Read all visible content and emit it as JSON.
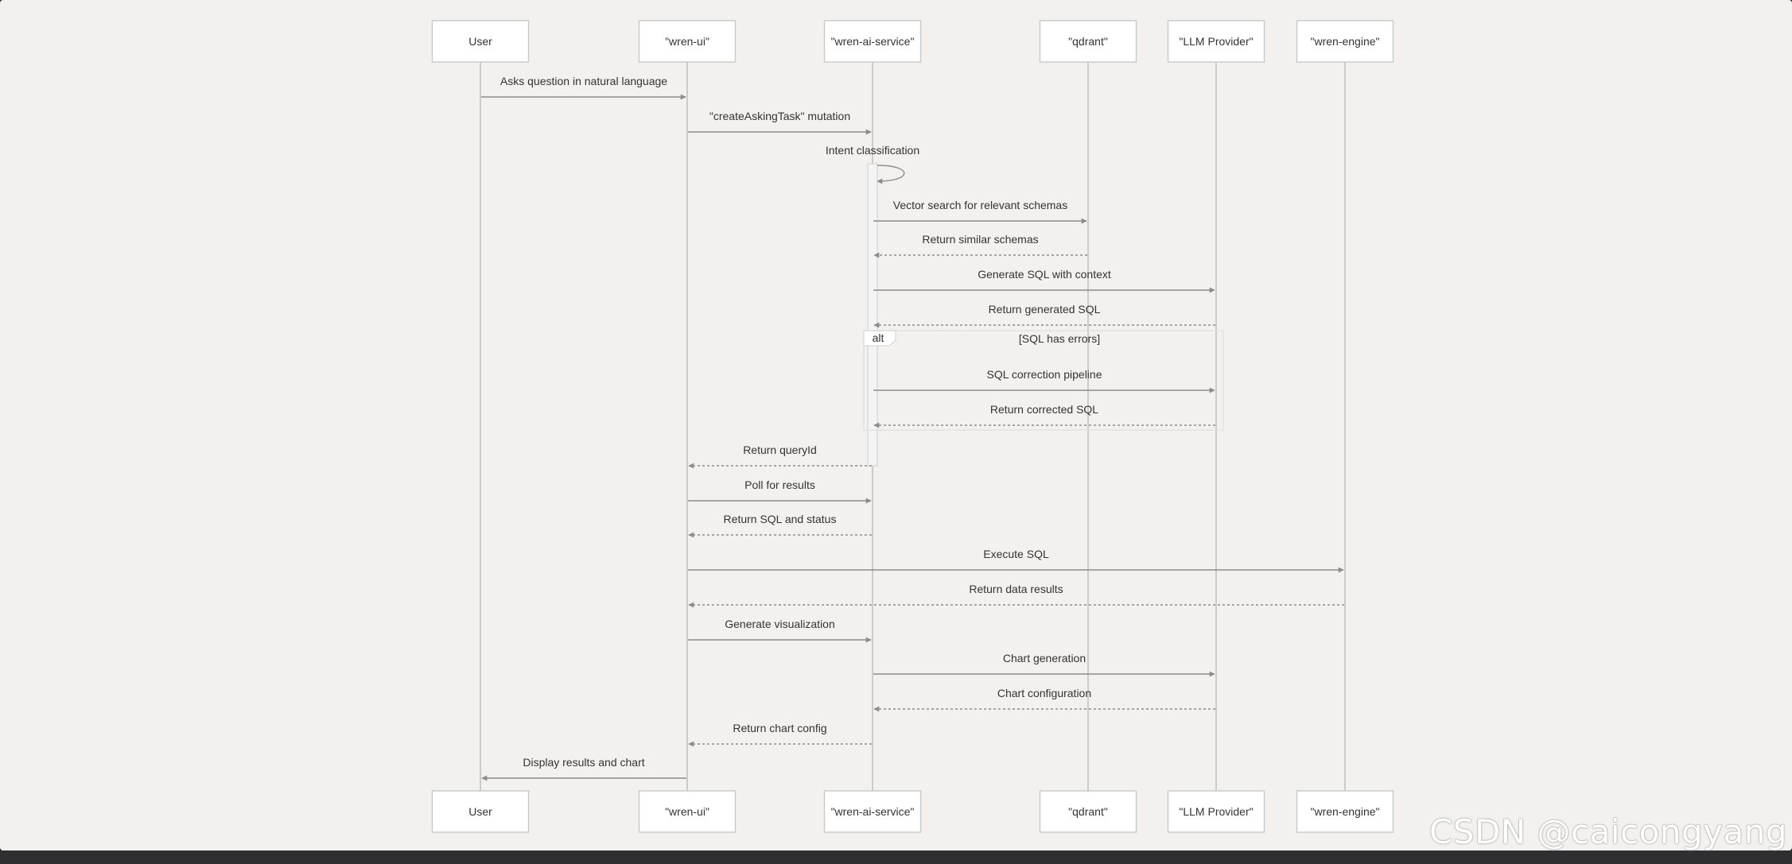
{
  "participants": [
    {
      "id": "user",
      "label": "User"
    },
    {
      "id": "ui",
      "label": "\"wren-ui\""
    },
    {
      "id": "ai",
      "label": "\"wren-ai-service\""
    },
    {
      "id": "qdrant",
      "label": "\"qdrant\""
    },
    {
      "id": "llm",
      "label": "\"LLM Provider\""
    },
    {
      "id": "engine",
      "label": "\"wren-engine\""
    }
  ],
  "messages": [
    {
      "from": "user",
      "to": "ui",
      "text": "Asks question in natural language",
      "kind": "sync"
    },
    {
      "from": "ui",
      "to": "ai",
      "text": "\"createAskingTask\" mutation",
      "kind": "sync"
    },
    {
      "from": "ai",
      "to": "ai",
      "text": "Intent classification",
      "kind": "self"
    },
    {
      "from": "ai",
      "to": "qdrant",
      "text": "Vector search for relevant schemas",
      "kind": "sync"
    },
    {
      "from": "qdrant",
      "to": "ai",
      "text": "Return similar schemas",
      "kind": "reply"
    },
    {
      "from": "ai",
      "to": "llm",
      "text": "Generate SQL with context",
      "kind": "sync"
    },
    {
      "from": "llm",
      "to": "ai",
      "text": "Return generated SQL",
      "kind": "reply"
    },
    {
      "from": "ai",
      "to": "llm",
      "text": "SQL correction pipeline",
      "kind": "sync"
    },
    {
      "from": "llm",
      "to": "ai",
      "text": "Return corrected SQL",
      "kind": "reply"
    },
    {
      "from": "ai",
      "to": "ui",
      "text": "Return queryId",
      "kind": "reply"
    },
    {
      "from": "ui",
      "to": "ai",
      "text": "Poll for results",
      "kind": "sync"
    },
    {
      "from": "ai",
      "to": "ui",
      "text": "Return SQL and status",
      "kind": "reply"
    },
    {
      "from": "ui",
      "to": "engine",
      "text": "Execute SQL",
      "kind": "sync"
    },
    {
      "from": "engine",
      "to": "ui",
      "text": "Return data results",
      "kind": "reply"
    },
    {
      "from": "ui",
      "to": "ai",
      "text": "Generate visualization",
      "kind": "sync"
    },
    {
      "from": "ai",
      "to": "llm",
      "text": "Chart generation",
      "kind": "sync"
    },
    {
      "from": "llm",
      "to": "ai",
      "text": "Chart configuration",
      "kind": "reply"
    },
    {
      "from": "ai",
      "to": "ui",
      "text": "Return chart config",
      "kind": "reply"
    },
    {
      "from": "ui",
      "to": "user",
      "text": "Display results and chart",
      "kind": "sync"
    }
  ],
  "alt_frame": {
    "keyword": "alt",
    "condition": "[SQL has errors]"
  },
  "watermark": "CSDN @caicongyang",
  "colors": {
    "background": "#f2f1ef",
    "line": "#8c8c8c",
    "box_border": "#c9c9c9",
    "text": "#333333"
  }
}
